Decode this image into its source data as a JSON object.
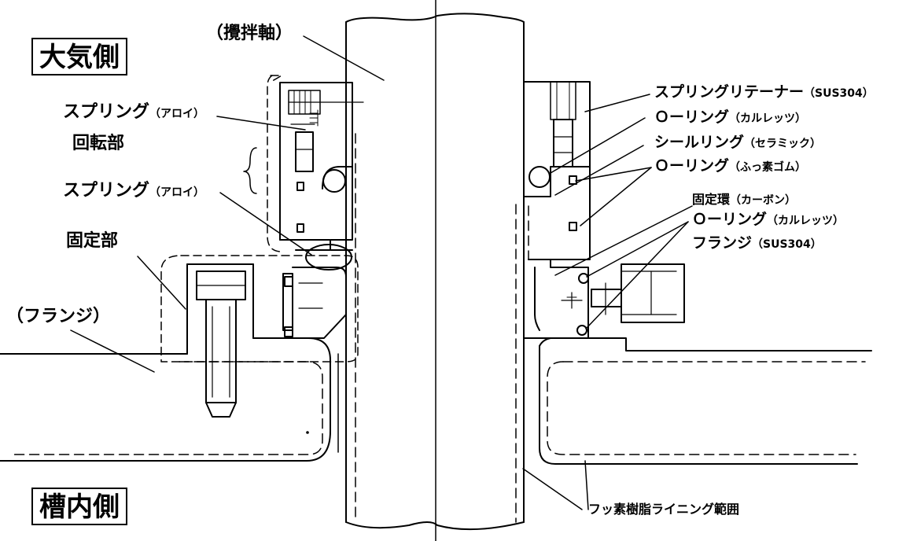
{
  "regions": {
    "atmosphere_side": "大気側",
    "tank_side": "槽内側"
  },
  "labels": {
    "shaft": "（攪拌軸）",
    "spring_top": {
      "main": "スプリング",
      "sub": "（アロイ）"
    },
    "rotating_part": "回転部",
    "spring_mid": {
      "main": "スプリング",
      "sub": "（アロイ）"
    },
    "stationary_part": "固定部",
    "flange_left": "（フランジ）",
    "spring_retainer": {
      "main": "スプリングリテーナー",
      "sub": "（SUS304）"
    },
    "oring_1": {
      "main": "Ｏーリング",
      "sub": "（カルレッツ）"
    },
    "seal_ring": {
      "main": "シールリング",
      "sub": "（セラミック）"
    },
    "oring_2": {
      "main": "Ｏーリング",
      "sub": "（ふっ素ゴム）"
    },
    "fixed_ring": {
      "main": "固定環",
      "sub": "（カーボン）"
    },
    "oring_3": {
      "main": "Ｏーリング",
      "sub": "（カルレッツ）"
    },
    "flange_right": {
      "main": "フランジ",
      "sub": "（SUS304）"
    },
    "lining_range": "フッ素樹脂ライニング範囲"
  }
}
